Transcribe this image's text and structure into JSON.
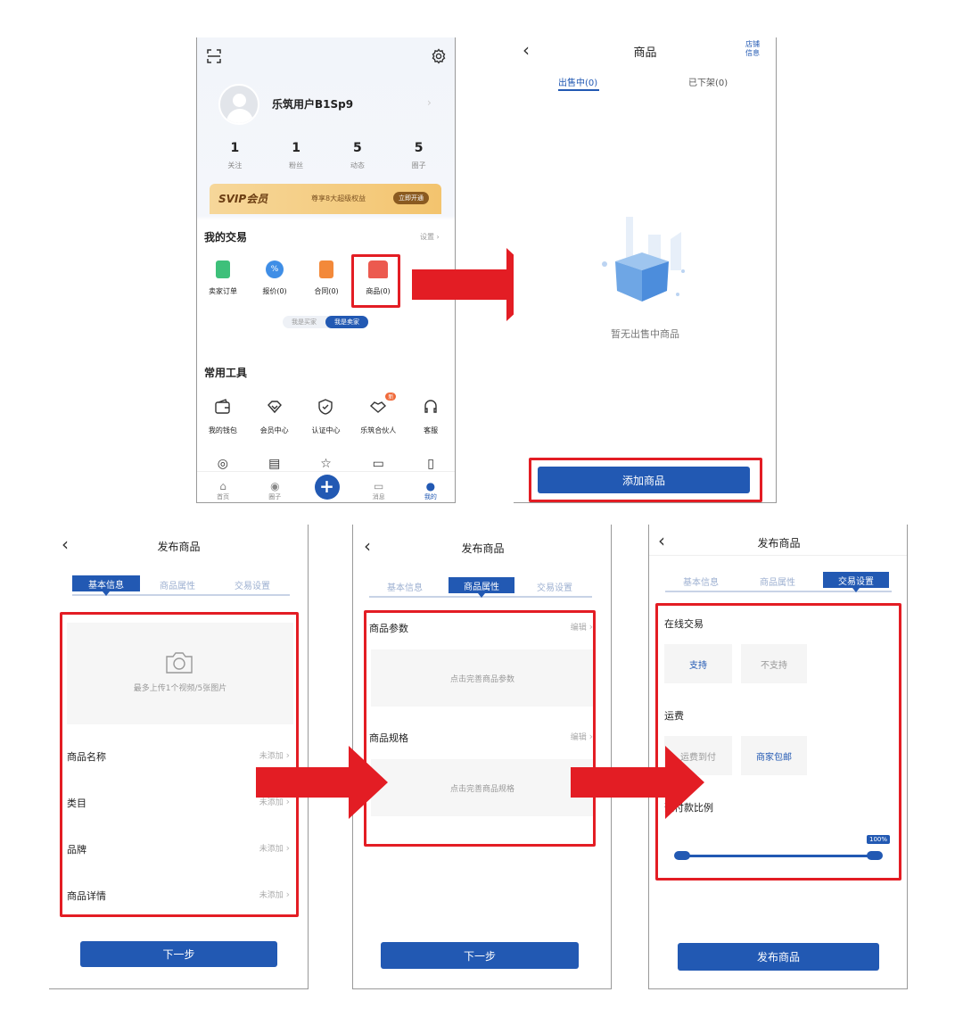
{
  "screen1": {
    "username": "乐筑用户B1Sp9",
    "stats": [
      {
        "value": "1",
        "label": "关注"
      },
      {
        "value": "1",
        "label": "粉丝"
      },
      {
        "value": "5",
        "label": "动态"
      },
      {
        "value": "5",
        "label": "圈子"
      }
    ],
    "svip": {
      "title": "SVIP会员",
      "desc": "尊享8大超级权益",
      "button": "立即开通"
    },
    "trade": {
      "title": "我的交易",
      "settings": "设置",
      "items": [
        "卖家订单",
        "报价(0)",
        "合同(0)",
        "商品(0)"
      ],
      "toggle": [
        "我是买家",
        "我是卖家"
      ]
    },
    "tools": {
      "title": "常用工具",
      "items": [
        "我的钱包",
        "会员中心",
        "认证中心",
        "乐筑合伙人",
        "客服"
      ],
      "badge": "新"
    },
    "nav": [
      "首页",
      "圈子",
      "消息",
      "我的"
    ]
  },
  "screen2": {
    "title": "商品",
    "store_info": [
      "店铺",
      "信息"
    ],
    "tabs": [
      "出售中(0)",
      "已下架(0)"
    ],
    "empty_text": "暂无出售中商品",
    "add_button": "添加商品"
  },
  "screen3": {
    "title": "发布商品",
    "tabs": [
      "基本信息",
      "商品属性",
      "交易设置"
    ],
    "upload_hint": "最多上传1个视频/5张图片",
    "fields": [
      {
        "label": "商品名称",
        "value": "未添加"
      },
      {
        "label": "类目",
        "value": "未添加"
      },
      {
        "label": "品牌",
        "value": "未添加"
      },
      {
        "label": "商品详情",
        "value": "未添加"
      }
    ],
    "next": "下一步"
  },
  "screen4": {
    "title": "发布商品",
    "tabs": [
      "基本信息",
      "商品属性",
      "交易设置"
    ],
    "params": {
      "label": "商品参数",
      "edit": "编辑",
      "hint": "点击完善商品参数"
    },
    "specs": {
      "label": "商品规格",
      "edit": "编辑",
      "hint": "点击完善商品规格"
    },
    "next": "下一步"
  },
  "screen5": {
    "title": "发布商品",
    "tabs": [
      "基本信息",
      "商品属性",
      "交易设置"
    ],
    "online": {
      "label": "在线交易",
      "options": [
        "支持",
        "不支持"
      ]
    },
    "freight": {
      "label": "运费",
      "options": [
        "运费到付",
        "商家包邮"
      ]
    },
    "prepay": {
      "label": "预付款比例",
      "value": "100%",
      "fraction": 1.0
    },
    "publish": "发布商品"
  },
  "colors": {
    "primary": "#2259b3",
    "highlight": "#e31d24",
    "vip": "#f3c46e"
  }
}
